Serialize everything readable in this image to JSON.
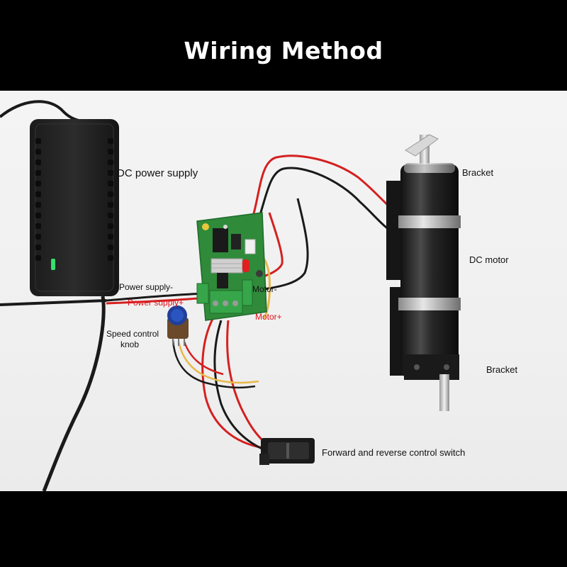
{
  "title": "Wiring Method",
  "labels": {
    "dc_power_supply": "DC power supply",
    "bracket_top": "Bracket",
    "dc_motor": "DC motor",
    "power_supply_minus": "Power supply-",
    "power_supply_plus": "Power supply+",
    "motor_minus": "Motor-",
    "motor_plus": "Motor+",
    "speed_control_line1": "Speed control",
    "speed_control_line2": "knob",
    "bracket_bottom": "Bracket",
    "fr_switch": "Forward and reverse control switch"
  },
  "colors": {
    "background": "#000000",
    "photo_background": "#f0f0f0",
    "title_text": "#ffffff",
    "label_text": "#111111",
    "label_red": "#e0141e",
    "wire_red": "#d42020",
    "wire_black": "#1a1a1a",
    "wire_yellow": "#e8b84a",
    "pcb_green": "#2f8a3a",
    "knob_blue": "#1f3f9a"
  }
}
